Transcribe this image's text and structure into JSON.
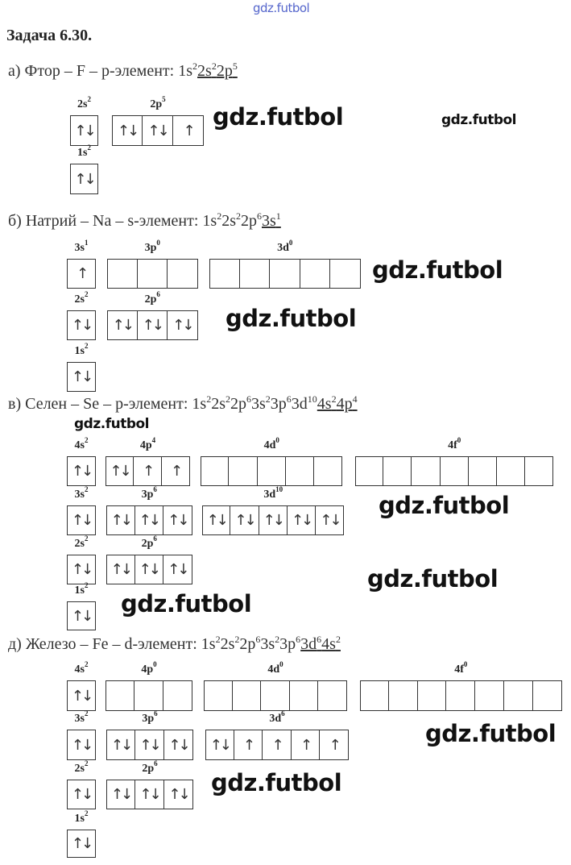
{
  "watermark": "gdz.futbol",
  "title": "Задача 6.30.",
  "a": {
    "prefix": "а) Фтор – F – p-элемент: ",
    "formula": [
      {
        "t": "1s",
        "s": "2"
      }
    ],
    "formula_ul": [
      {
        "t": "2s",
        "s": "2"
      },
      {
        "t": "2p",
        "s": "5"
      }
    ],
    "orbitals": {
      "s2": {
        "label": "2s",
        "sup": "2",
        "cells": [
          "↑↓"
        ]
      },
      "p2": {
        "label": "2p",
        "sup": "5",
        "cells": [
          "↑↓",
          "↑↓",
          "↑"
        ]
      },
      "s1": {
        "label": "1s",
        "sup": "2",
        "cells": [
          "↑↓"
        ]
      }
    }
  },
  "b": {
    "prefix": "б) Натрий – Na – s-элемент: ",
    "formula": [
      {
        "t": "1s",
        "s": "2"
      },
      {
        "t": "2s",
        "s": "2"
      },
      {
        "t": "2p",
        "s": "6"
      }
    ],
    "formula_ul": [
      {
        "t": "3s",
        "s": "1"
      }
    ],
    "orbitals": {
      "s3": {
        "label": "3s",
        "sup": "1",
        "cells": [
          "↑"
        ]
      },
      "p3": {
        "label": "3p",
        "sup": "0",
        "cells": [
          "",
          "",
          ""
        ]
      },
      "d3": {
        "label": "3d",
        "sup": "0",
        "cells": [
          "",
          "",
          "",
          "",
          ""
        ]
      },
      "s2": {
        "label": "2s",
        "sup": "2",
        "cells": [
          "↑↓"
        ]
      },
      "p2": {
        "label": "2p",
        "sup": "6",
        "cells": [
          "↑↓",
          "↑↓",
          "↑↓"
        ]
      },
      "s1": {
        "label": "1s",
        "sup": "2",
        "cells": [
          "↑↓"
        ]
      }
    }
  },
  "c": {
    "prefix": "в) Селен – Se – p-элемент: ",
    "formula": [
      {
        "t": "1s",
        "s": "2"
      },
      {
        "t": "2s",
        "s": "2"
      },
      {
        "t": "2p",
        "s": "6"
      },
      {
        "t": "3s",
        "s": "2"
      },
      {
        "t": "3p",
        "s": "6"
      },
      {
        "t": "3d",
        "s": "10"
      }
    ],
    "formula_ul": [
      {
        "t": "4s",
        "s": "2"
      },
      {
        "t": "4p",
        "s": "4"
      }
    ],
    "orbitals": {
      "s4": {
        "label": "4s",
        "sup": "2",
        "cells": [
          "↑↓"
        ]
      },
      "p4": {
        "label": "4p",
        "sup": "4",
        "cells": [
          "↑↓",
          "↑",
          "↑"
        ]
      },
      "d4": {
        "label": "4d",
        "sup": "0",
        "cells": [
          "",
          "",
          "",
          "",
          ""
        ]
      },
      "f4": {
        "label": "4f",
        "sup": "0",
        "cells": [
          "",
          "",
          "",
          "",
          "",
          "",
          ""
        ]
      },
      "s3": {
        "label": "3s",
        "sup": "2",
        "cells": [
          "↑↓"
        ]
      },
      "p3": {
        "label": "3p",
        "sup": "6",
        "cells": [
          "↑↓",
          "↑↓",
          "↑↓"
        ]
      },
      "d3": {
        "label": "3d",
        "sup": "10",
        "cells": [
          "↑↓",
          "↑↓",
          "↑↓",
          "↑↓",
          "↑↓"
        ]
      },
      "s2": {
        "label": "2s",
        "sup": "2",
        "cells": [
          "↑↓"
        ]
      },
      "p2": {
        "label": "2p",
        "sup": "6",
        "cells": [
          "↑↓",
          "↑↓",
          "↑↓"
        ]
      },
      "s1": {
        "label": "1s",
        "sup": "2",
        "cells": [
          "↑↓"
        ]
      }
    }
  },
  "d": {
    "prefix": "д) Железо – Fe – d-элемент: ",
    "formula": [
      {
        "t": "1s",
        "s": "2"
      },
      {
        "t": "2s",
        "s": "2"
      },
      {
        "t": "2p",
        "s": "6"
      },
      {
        "t": "3s",
        "s": "2"
      },
      {
        "t": "3p",
        "s": "6"
      }
    ],
    "formula_ul": [
      {
        "t": "3d",
        "s": "6"
      },
      {
        "t": "4s",
        "s": "2"
      }
    ],
    "orbitals": {
      "s4": {
        "label": "4s",
        "sup": "2",
        "cells": [
          "↑↓"
        ]
      },
      "p4": {
        "label": "4p",
        "sup": "0",
        "cells": [
          "",
          "",
          ""
        ]
      },
      "d4": {
        "label": "4d",
        "sup": "0",
        "cells": [
          "",
          "",
          "",
          "",
          ""
        ]
      },
      "f4": {
        "label": "4f",
        "sup": "0",
        "cells": [
          "",
          "",
          "",
          "",
          "",
          "",
          ""
        ]
      },
      "s3": {
        "label": "3s",
        "sup": "2",
        "cells": [
          "↑↓"
        ]
      },
      "p3": {
        "label": "3p",
        "sup": "6",
        "cells": [
          "↑↓",
          "↑↓",
          "↑↓"
        ]
      },
      "d3": {
        "label": "3d",
        "sup": "6",
        "cells": [
          "↑↓",
          "↑",
          "↑",
          "↑",
          "↑"
        ]
      },
      "s2": {
        "label": "2s",
        "sup": "2",
        "cells": [
          "↑↓"
        ]
      },
      "p2": {
        "label": "2p",
        "sup": "6",
        "cells": [
          "↑↓",
          "↑↓",
          "↑↓"
        ]
      },
      "s1": {
        "label": "1s",
        "sup": "2",
        "cells": [
          "↑↓"
        ]
      }
    }
  }
}
